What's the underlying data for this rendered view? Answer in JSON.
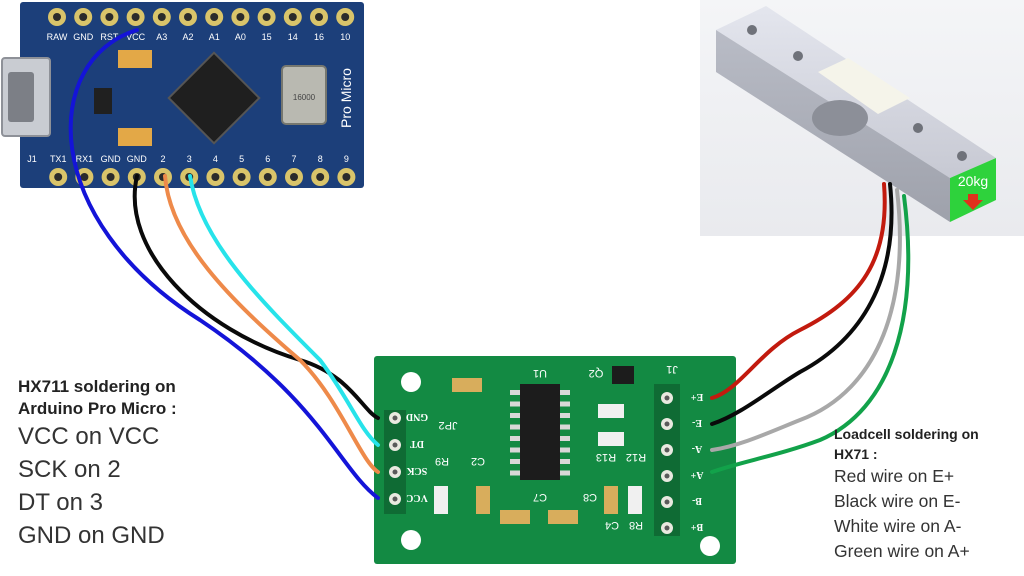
{
  "arduino": {
    "top_pins": [
      "RAW",
      "GND",
      "RST",
      "VCC",
      "A3",
      "A2",
      "A1",
      "A0",
      "15",
      "14",
      "16",
      "10"
    ],
    "bottom_pins": [
      "J1",
      "TX1",
      "RX1",
      "GND",
      "GND",
      "2",
      "3",
      "4",
      "5",
      "6",
      "7",
      "8",
      "9"
    ],
    "side_text": "Pro Micro",
    "crystal_text": "16000"
  },
  "hx711": {
    "left_pins": [
      "GND",
      "DT",
      "SCK",
      "VCC"
    ],
    "right_pins": [
      "E+",
      "E-",
      "A-",
      "A+",
      "B-",
      "B+"
    ],
    "chip_label": "U1",
    "labels": {
      "j1": "J1",
      "jp2": "JP2",
      "q2": "Q2",
      "r9": "R9",
      "c2": "C2",
      "r13": "R13",
      "r12": "R12",
      "c7": "C7",
      "c8": "C8",
      "c4": "C4",
      "r8": "R8"
    }
  },
  "loadcell": {
    "capacity_label": "20kg"
  },
  "wires": {
    "colors": {
      "blue": "#1414d8",
      "black": "#0a0a0a",
      "orange": "#ee8a4a",
      "cyan": "#27e3ea",
      "red": "#c21a0e",
      "gray": "#a8a8a8",
      "green": "#12a24a"
    }
  },
  "left_note": {
    "title_line1": "HX711 soldering on",
    "title_line2": "Arduino Pro Micro :",
    "lines": [
      "VCC on VCC",
      "SCK on 2",
      "DT on 3",
      "GND on GND"
    ]
  },
  "right_note": {
    "title_line1": "Loadcell soldering on",
    "title_line2": "HX71 :",
    "lines": [
      "Red wire on E+",
      "Black wire on E-",
      "White wire on A-",
      "Green wire on A+"
    ]
  }
}
